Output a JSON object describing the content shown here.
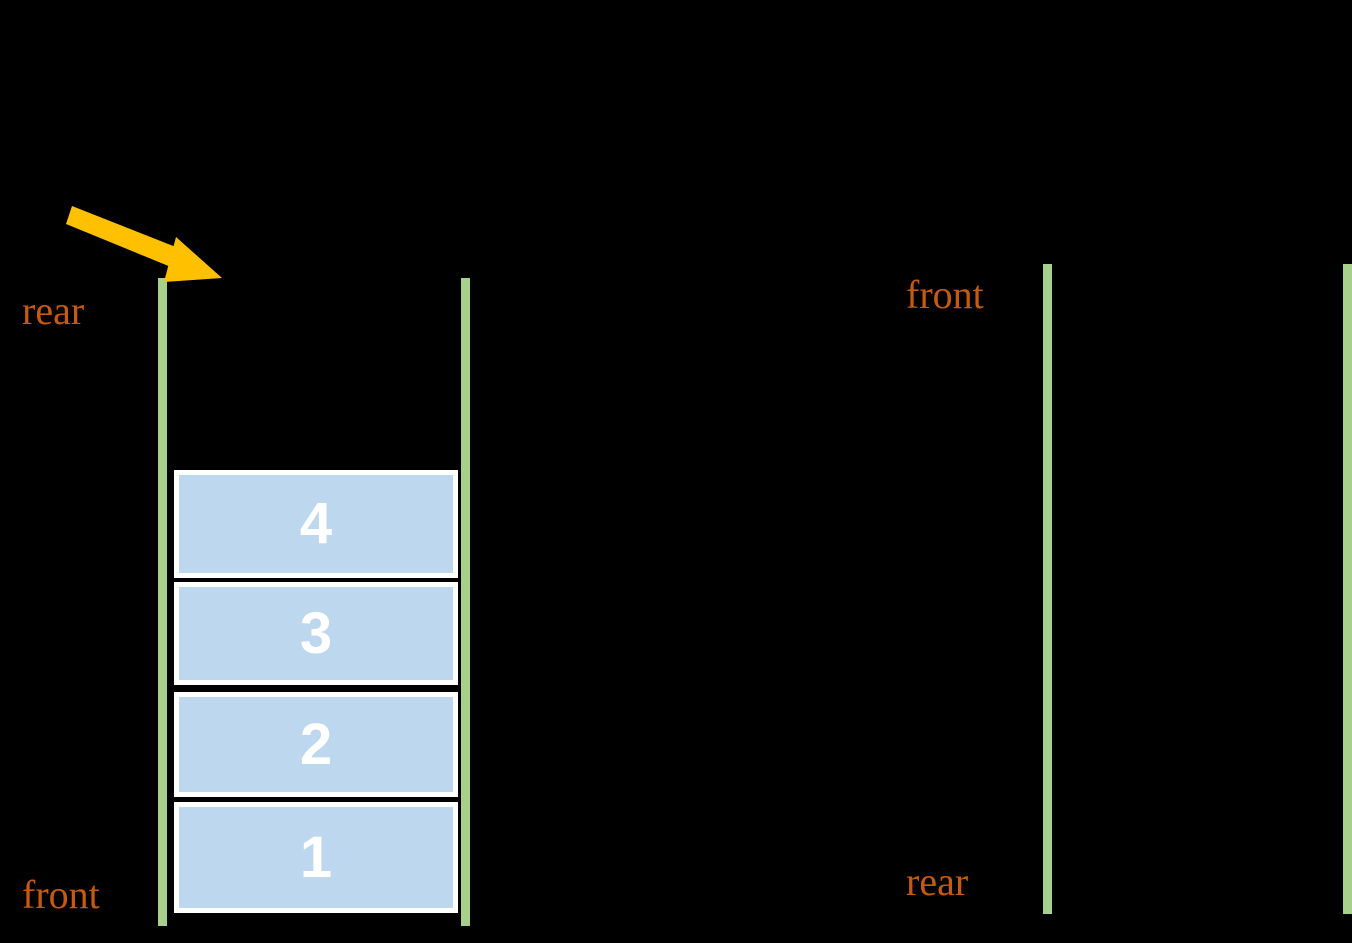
{
  "diagram": {
    "type": "queue-data-structure-illustration",
    "background_color": "#000000",
    "accent_colors": {
      "rail_green": "#a8d08d",
      "cell_blue": "#bdd7ee",
      "label_orange": "#c55a11",
      "arrow_amber": "#ffc000",
      "cell_text": "#ffffff"
    }
  },
  "left_queue": {
    "name": "left-queue",
    "rear_label": "rear",
    "front_label": "front",
    "cells": [
      {
        "value": "4"
      },
      {
        "value": "3"
      },
      {
        "value": "2"
      },
      {
        "value": "1"
      }
    ],
    "annotation_arrow": {
      "name": "enqueue-arrow",
      "color": "#ffc000",
      "points_to": "rear"
    }
  },
  "right_queue": {
    "name": "right-queue",
    "front_label": "front",
    "rear_label": "rear",
    "cells": []
  }
}
